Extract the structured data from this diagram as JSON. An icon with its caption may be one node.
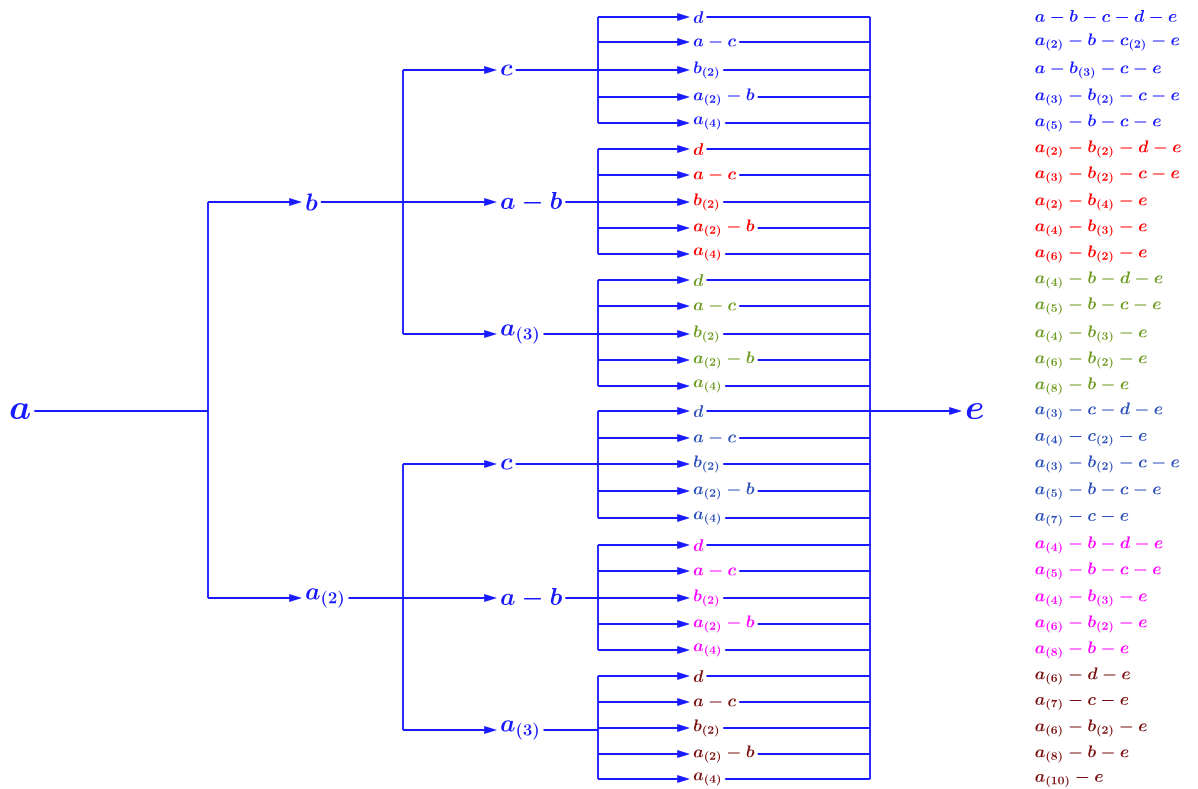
{
  "diagram": {
    "nodes": [
      {
        "text": [
          "a"
        ]
      },
      {
        "text": [
          "b"
        ]
      },
      {
        "text": [
          "a_{(2)}"
        ]
      },
      {
        "text": [
          "c"
        ]
      },
      {
        "text": [
          "a-b"
        ]
      },
      {
        "text": [
          "a_{(3)}"
        ]
      },
      {
        "text": [
          "c"
        ]
      },
      {
        "text": [
          "a-b"
        ]
      },
      {
        "text": [
          "a_{(3)}"
        ]
      },
      {
        "text": [
          "d"
        ]
      },
      {
        "text": [
          "a-c"
        ]
      },
      {
        "text": [
          "b_{(2)}"
        ]
      },
      {
        "text": [
          "a_{(2)}-b"
        ]
      },
      {
        "text": [
          "a_{(4)}"
        ]
      },
      {
        "text": [
          "d"
        ]
      },
      {
        "text": [
          "a-c"
        ]
      },
      {
        "text": [
          "b_{(2)}"
        ]
      },
      {
        "text": [
          "a_{(2)}-b"
        ]
      },
      {
        "text": [
          "a_{(4)}"
        ]
      },
      {
        "text": [
          "d"
        ]
      },
      {
        "text": [
          "a-c"
        ]
      },
      {
        "text": [
          "b_{(2)}"
        ]
      },
      {
        "text": [
          "a_{(2)}-b"
        ]
      },
      {
        "text": [
          "a_{(4)}"
        ]
      },
      {
        "text": [
          "d"
        ]
      },
      {
        "text": [
          "a-c"
        ]
      },
      {
        "text": [
          "b_{(2)}"
        ]
      },
      {
        "text": [
          "a_{(2)}-b"
        ]
      },
      {
        "text": [
          "a_{(4)}"
        ]
      },
      {
        "text": [
          "d"
        ]
      },
      {
        "text": [
          "a-c"
        ]
      },
      {
        "text": [
          "b_{(2)}"
        ]
      },
      {
        "text": [
          "a_{(2)}-b"
        ]
      },
      {
        "text": [
          "a_{(4)}"
        ]
      },
      {
        "text": [
          "d"
        ]
      },
      {
        "text": [
          "a-c"
        ]
      },
      {
        "text": [
          "b_{(2)}"
        ]
      },
      {
        "text": [
          "a_{(2)}-b"
        ]
      },
      {
        "text": [
          "a_{(4)}"
        ]
      },
      {
        "text": [
          "e"
        ]
      }
    ],
    "edges": [
      {
        "from": 0,
        "to": 1,
        "arrow": "to"
      },
      {
        "from": 0,
        "to": 2,
        "arrow": "to"
      },
      {
        "from": 1,
        "to": 3,
        "arrow": "to"
      },
      {
        "from": 1,
        "to": 4,
        "arrow": "to"
      },
      {
        "from": 1,
        "to": 5,
        "arrow": "to"
      },
      {
        "from": 2,
        "to": 6,
        "arrow": "to"
      },
      {
        "from": 2,
        "to": 7,
        "arrow": "to"
      },
      {
        "from": 2,
        "to": 8,
        "arrow": "to"
      },
      {
        "from": 3,
        "to": 9,
        "arrow": "to"
      },
      {
        "from": 3,
        "to": 10,
        "arrow": "to"
      },
      {
        "from": 3,
        "to": 11,
        "arrow": "to"
      },
      {
        "from": 3,
        "to": 12,
        "arrow": "to"
      },
      {
        "from": 3,
        "to": 13,
        "arrow": "to"
      },
      {
        "from": 4,
        "to": 14,
        "arrow": "to"
      },
      {
        "from": 4,
        "to": 15,
        "arrow": "to"
      },
      {
        "from": 4,
        "to": 16,
        "arrow": "to"
      },
      {
        "from": 4,
        "to": 17,
        "arrow": "to"
      },
      {
        "from": 4,
        "to": 18,
        "arrow": "to"
      },
      {
        "from": 5,
        "to": 19,
        "arrow": "to"
      },
      {
        "from": 5,
        "to": 20,
        "arrow": "to"
      },
      {
        "from": 5,
        "to": 21,
        "arrow": "to"
      },
      {
        "from": 5,
        "to": 22,
        "arrow": "to"
      },
      {
        "from": 5,
        "to": 23,
        "arrow": "to"
      },
      {
        "from": 6,
        "to": 24,
        "arrow": "to"
      },
      {
        "from": 6,
        "to": 25,
        "arrow": "to"
      },
      {
        "from": 6,
        "to": 26,
        "arrow": "to"
      },
      {
        "from": 6,
        "to": 27,
        "arrow": "to"
      },
      {
        "from": 6,
        "to": 28,
        "arrow": "to"
      },
      {
        "from": 7,
        "to": 29,
        "arrow": "to"
      },
      {
        "from": 7,
        "to": 30,
        "arrow": "to"
      },
      {
        "from": 7,
        "to": 31,
        "arrow": "to"
      },
      {
        "from": 7,
        "to": 32,
        "arrow": "to"
      },
      {
        "from": 7,
        "to": 33,
        "arrow": "to"
      },
      {
        "from": 8,
        "to": 34,
        "arrow": "to"
      },
      {
        "from": 8,
        "to": 35,
        "arrow": "to"
      },
      {
        "from": 8,
        "to": 36,
        "arrow": "to"
      },
      {
        "from": 8,
        "to": 37,
        "arrow": "to"
      },
      {
        "from": 8,
        "to": 38,
        "arrow": "to"
      },
      {
        "from": 9,
        "to": 39,
        "arrow": "to"
      },
      {
        "from": 10,
        "to": 39,
        "arrow": "to"
      },
      {
        "from": 11,
        "to": 39,
        "arrow": "to"
      },
      {
        "from": 12,
        "to": 39,
        "arrow": "to"
      },
      {
        "from": 13,
        "to": 39,
        "arrow": "to"
      },
      {
        "from": 14,
        "to": 39,
        "arrow": "to"
      },
      {
        "from": 15,
        "to": 39,
        "arrow": "to"
      },
      {
        "from": 16,
        "to": 39,
        "arrow": "to"
      },
      {
        "from": 17,
        "to": 39,
        "arrow": "to"
      },
      {
        "from": 18,
        "to": 39,
        "arrow": "to"
      },
      {
        "from": 19,
        "to": 39,
        "arrow": "to"
      },
      {
        "from": 20,
        "to": 39,
        "arrow": "to"
      },
      {
        "from": 21,
        "to": 39,
        "arrow": "to"
      },
      {
        "from": 22,
        "to": 39,
        "arrow": "to"
      },
      {
        "from": 23,
        "to": 39,
        "arrow": "to"
      },
      {
        "from": 24,
        "to": 39,
        "arrow": "to"
      },
      {
        "from": 25,
        "to": 39,
        "arrow": "to"
      },
      {
        "from": 26,
        "to": 39,
        "arrow": "to"
      },
      {
        "from": 27,
        "to": 39,
        "arrow": "to"
      },
      {
        "from": 28,
        "to": 39,
        "arrow": "to"
      },
      {
        "from": 29,
        "to": 39,
        "arrow": "to"
      },
      {
        "from": 30,
        "to": 39,
        "arrow": "to"
      },
      {
        "from": 31,
        "to": 39,
        "arrow": "to"
      },
      {
        "from": 32,
        "to": 39,
        "arrow": "to"
      },
      {
        "from": 33,
        "to": 39,
        "arrow": "to"
      },
      {
        "from": 34,
        "to": 39,
        "arrow": "to"
      },
      {
        "from": 35,
        "to": 39,
        "arrow": "to"
      },
      {
        "from": 36,
        "to": 39,
        "arrow": "to"
      },
      {
        "from": 37,
        "to": 39,
        "arrow": "to"
      },
      {
        "from": 38,
        "to": 39,
        "arrow": "to"
      }
    ],
    "labels": [
      "a-b-c-d-e",
      "a_{(2)}-b-c_{(2)}-e",
      "a-b_{(3)}-c-e",
      "a_{(3)}-b_{(2)}-c-e",
      "a_{(5)}-b-c-e",
      "a_{(2)}-b_{(2)}-d-e",
      "a_{(3)}-b_{(2)}-c-e",
      "a_{(2)}-b_{(4)}-e",
      "a_{(4)}-b_{(3)}-e",
      "a_{(6)}-b_{(2)}-e",
      "a_{(4)}-b-d-e",
      "a_{(5)}-b-c-e",
      "a_{(4)}-b_{(3)}-e",
      "a_{(6)}-b_{(2)}-e",
      "a_{(8)}-b-e",
      "a_{(3)}-c-d-e",
      "a_{(4)}-c_{(2)}-e",
      "a_{(3)}-b_{(2)}-c-e",
      "a_{(5)}-b-c-e",
      "a_{(7)}-c-e",
      "a_{(4)}-b-d-e",
      "a_{(5)}-b-c-e",
      "a_{(4)}-b_{(3)}-e",
      "a_{(6)}-b_{(2)}-e",
      "a_{(8)}-b-e",
      "a_{(6)}-d-e",
      "a_{(7)}-c-e",
      "a_{(6)}-b_{(2)}-e",
      "a_{(8)}-b-e",
      "a_{(10)}-e"
    ]
  }
}
